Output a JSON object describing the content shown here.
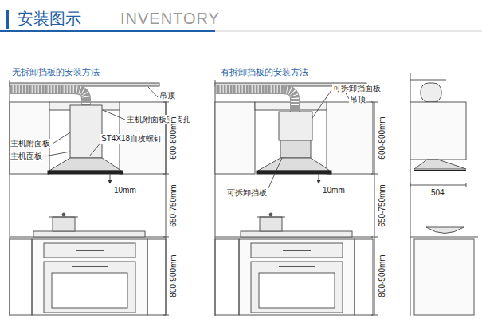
{
  "diagram": {
    "title": "安装图示",
    "labels": [
      "INVENTORY",
      "无拆卸挡板的安装方法",
      "吊顶",
      "主机附面板安装孔",
      "主机附面板",
      "主机面板",
      "ST4X18自攻螺钉",
      "10mm",
      "600-800mm",
      "650-750mm",
      "800-900mm",
      "有拆卸挡板的安装方法",
      "可拆卸挡面板",
      "吊顶",
      "可拆卸挡板",
      "10mm",
      "600-800mm",
      "650-750mm",
      "800-900mm",
      "504"
    ]
  }
}
